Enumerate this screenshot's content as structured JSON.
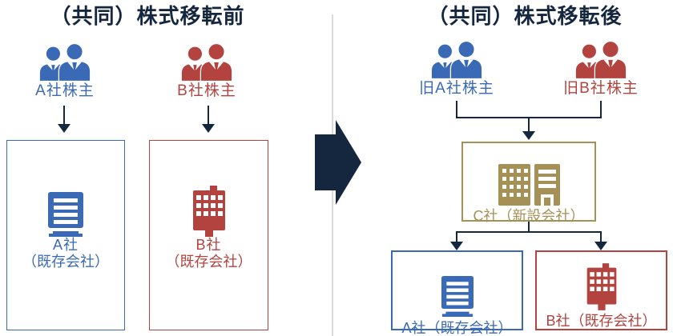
{
  "colors": {
    "navy": "#15263F",
    "blue": "#3A6AB5",
    "red": "#B2433E",
    "gold": "#A59155",
    "divider": "#D9D9D9",
    "background": "#FFFFFF"
  },
  "left": {
    "title": "（共同）株式移転前",
    "shareholder_a": "A社株主",
    "shareholder_b": "B社株主",
    "company_a_name": "A社",
    "company_a_sub": "（既存会社）",
    "company_b_name": "B社",
    "company_b_sub": "（既存会社）"
  },
  "right": {
    "title": "（共同）株式移転後",
    "shareholder_a": "旧A社株主",
    "shareholder_b": "旧B社株主",
    "new_company": "C社（新設会社）",
    "subsidiary_a": "A社（既存会社）",
    "subsidiary_b": "B社（既存会社）"
  },
  "icons": {
    "shareholders": "businesspeople-pair-icon",
    "company_striped": "office-building-striped-icon",
    "company_windows": "office-building-windows-icon",
    "new_company_pair": "twin-buildings-icon",
    "transition": "big-right-arrow",
    "flow": "down-arrow"
  }
}
